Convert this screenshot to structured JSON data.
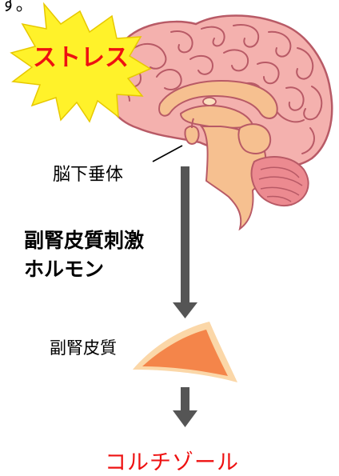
{
  "diagram": {
    "fragment_top": "す。",
    "stress_label": "ストレス",
    "pituitary_label": "脳下垂体",
    "hormone_label_line1": "副腎皮質刺激",
    "hormone_label_line2": "ホルモン",
    "adrenal_cortex_label": "副腎皮質",
    "cortisol_label": "コルチゾール"
  },
  "colors": {
    "burst_fill": "#fff22a",
    "burst_text": "#ee1111",
    "brain_fill": "#f4b1ae",
    "brain_outline": "#b85a66",
    "inner_fill": "#f6c090",
    "arrow": "#555555",
    "cortex_inner": "#f4854a",
    "cortex_outer": "#fbd7a8",
    "cortisol_text": "#ee1111"
  }
}
